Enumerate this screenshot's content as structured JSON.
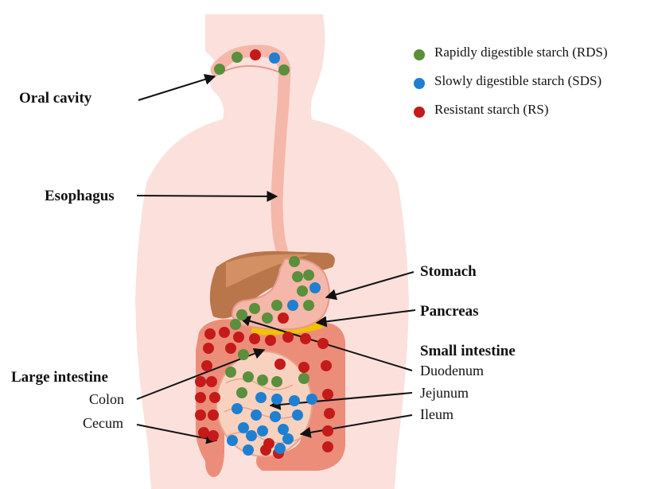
{
  "legend": {
    "items": [
      {
        "label": "Rapidly digestible starch (RDS)",
        "color": "#5a8f3c"
      },
      {
        "label": "Slowly digestible starch (SDS)",
        "color": "#1f7fd1"
      },
      {
        "label": "Resistant starch (RS)",
        "color": "#c41a1a"
      }
    ]
  },
  "labels": {
    "oral_cavity": "Oral cavity",
    "esophagus": "Esophagus",
    "stomach": "Stomach",
    "pancreas": "Pancreas",
    "small_intestine": "Small intestine",
    "duodenum": "Duodenum",
    "jejunum": "Jejunum",
    "ileum": "Ileum",
    "large_intestine": "Large intestine",
    "colon": "Colon",
    "cecum": "Cecum"
  },
  "colors": {
    "body": "#fbe0dc",
    "gut_tube": "#f5b7a9",
    "liver": "#b8764a",
    "pancreas": "#f2c200",
    "colon": "#ec8d7a",
    "small_intestine": "#f8d2bf"
  }
}
